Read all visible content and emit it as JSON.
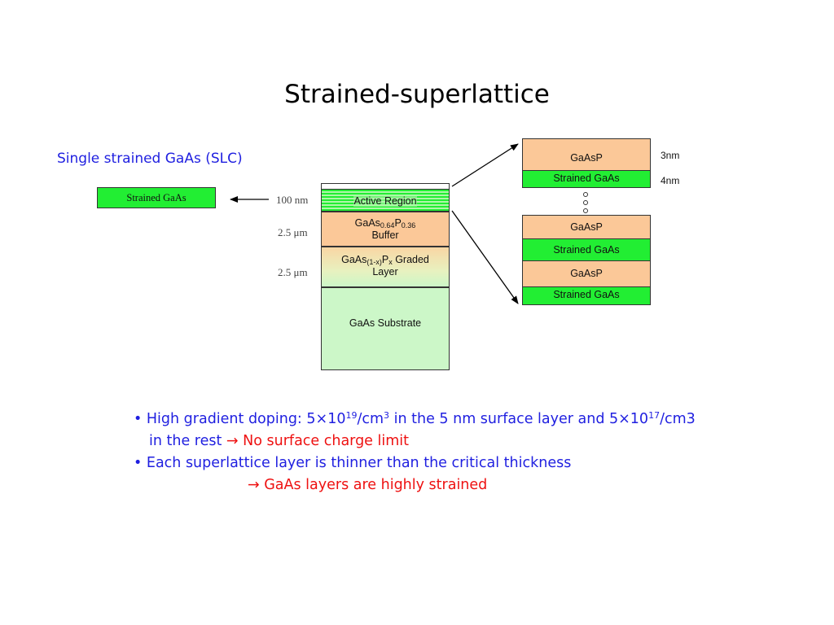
{
  "title": "Strained-superlattice",
  "slc": {
    "label": "Single strained GaAs (SLC)",
    "layer": "Strained GaAs"
  },
  "stack": {
    "active_region": "Active Region",
    "buffer_base": "GaAs",
    "buffer_sub1": "0.64",
    "buffer_p": "P",
    "buffer_sub2": "0.36",
    "buffer_line2": "Buffer",
    "graded_base": "GaAs",
    "graded_sub1": "(1-x)",
    "graded_p": "P",
    "graded_sub2": "x",
    "graded_tail": " Graded",
    "graded_line2": "Layer",
    "substrate": "GaAs Substrate"
  },
  "dimensions": {
    "active": "100 nm",
    "buffer": "2.5 μm",
    "graded": "2.5 μm"
  },
  "superlattice": {
    "gaasp": "GaAsP",
    "strained": "Strained GaAs",
    "thickness_gaasp": "3nm",
    "thickness_gaas": "4nm"
  },
  "bullets": {
    "b1_prefix": "• High gradient doping: 5×10",
    "b1_exp1": "19",
    "b1_mid": "/cm",
    "b1_exp2": "3",
    "b1_mid2": " in the 5 nm surface layer and 5×10",
    "b1_exp3": "17",
    "b1_end": "/cm3",
    "b1_line2": "in the rest ",
    "b1_red": "→ No surface charge limit",
    "b2": "• Each superlattice layer is thinner than the critical thickness",
    "b2_red": "→ GaAs layers are highly strained"
  },
  "colors": {
    "green": "#22ee33",
    "peach": "#fbc898",
    "light_green": "#ccf7c8",
    "blue_text": "#1f1fe0",
    "red_text": "#ee1111"
  }
}
